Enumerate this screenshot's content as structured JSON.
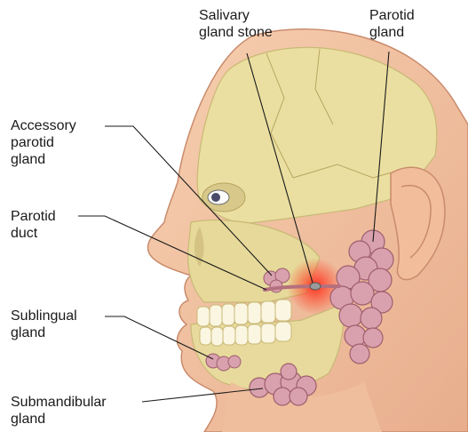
{
  "labels": {
    "salivary_stone": {
      "line1": "Salivary",
      "line2": "gland stone"
    },
    "parotid_gland": {
      "line1": "Parotid",
      "line2": "gland"
    },
    "accessory_parotid": {
      "line1": "Accessory",
      "line2": "parotid",
      "line3": "gland"
    },
    "parotid_duct": {
      "line1": "Parotid",
      "line2": "duct"
    },
    "sublingual": {
      "line1": "Sublingual",
      "line2": "gland"
    },
    "submandibular": {
      "line1": "Submandibular",
      "line2": "gland"
    }
  },
  "colors": {
    "skin": "#f3c6a4",
    "skin_shadow": "#e2a583",
    "bone": "#eadfa0",
    "bone_shadow": "#c9b976",
    "gland": "#d9a1ae",
    "gland_edge": "#9e5e6e",
    "teeth": "#fbf6e2",
    "stone_glow": "#ff2a1a",
    "leader": "#1a1a1a"
  }
}
